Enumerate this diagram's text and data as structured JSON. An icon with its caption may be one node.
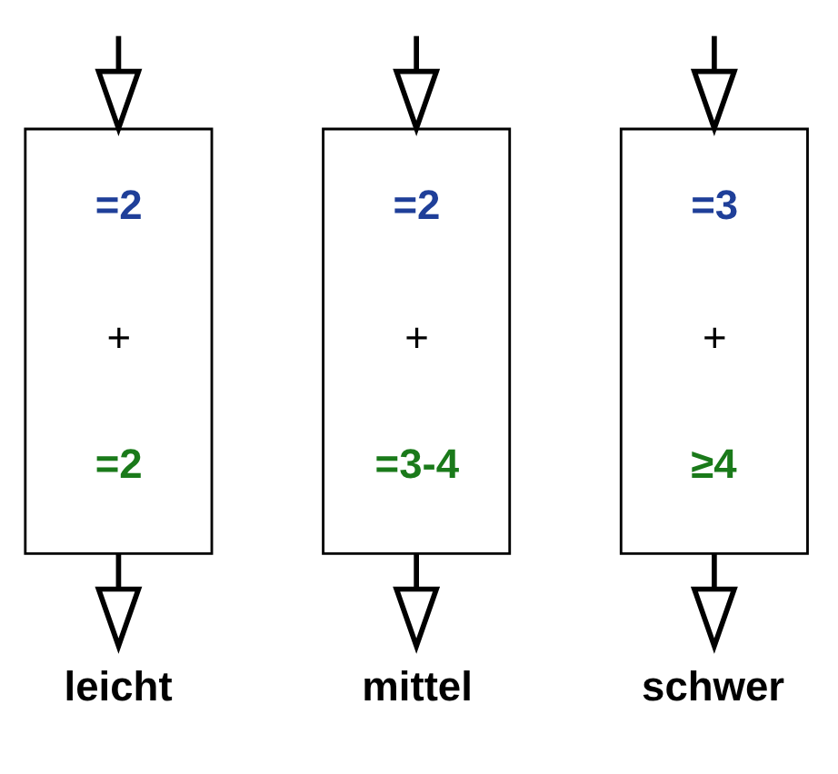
{
  "diagram": {
    "nodes": [
      {
        "text": [
          "=2",
          "+",
          "=2"
        ]
      },
      {
        "text": [
          "=2",
          "+",
          "=3-4"
        ]
      },
      {
        "text": [
          "=3",
          "+",
          "≥4"
        ]
      },
      {
        "text": [
          "leicht"
        ]
      },
      {
        "text": [
          "mittel"
        ]
      },
      {
        "text": [
          "schwer"
        ]
      }
    ],
    "edges": [
      {
        "from": null,
        "to": 0,
        "arrow": "to"
      },
      {
        "from": 0,
        "to": 3,
        "arrow": "to"
      },
      {
        "from": null,
        "to": 1,
        "arrow": "to"
      },
      {
        "from": 1,
        "to": 4,
        "arrow": "to"
      },
      {
        "from": null,
        "to": 2,
        "arrow": "to"
      },
      {
        "from": 2,
        "to": 5,
        "arrow": "to"
      }
    ]
  }
}
